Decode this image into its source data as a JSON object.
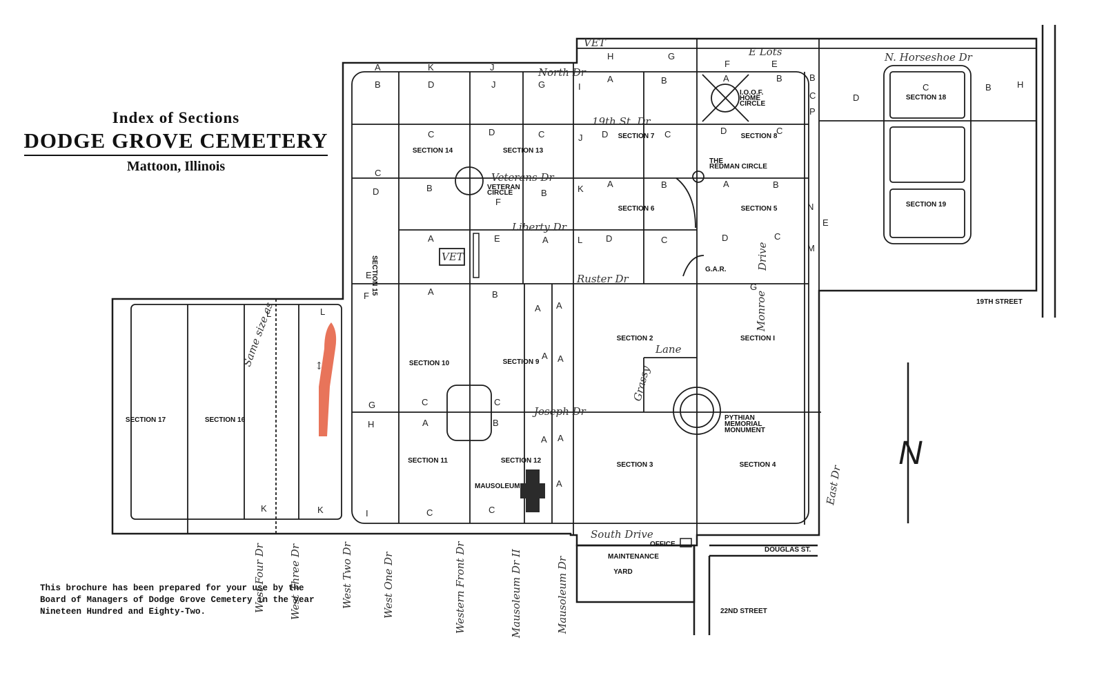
{
  "title": {
    "line1": "Index of Sections",
    "line2": "DODGE GROVE CEMETERY",
    "line3": "Mattoon, Illinois"
  },
  "note": "This brochure has been prepared for your use by the Board of Managers of Dodge Grove Cemetery in the year Nineteen Hundred and Eighty-Two.",
  "sections": {
    "s1": "SECTION I",
    "s2": "SECTION 2",
    "s3": "SECTION 3",
    "s4": "SECTION 4",
    "s5": "SECTION 5",
    "s6": "SECTION 6",
    "s7": "SECTION 7",
    "s8": "SECTION 8",
    "s9": "SECTION 9",
    "s10": "SECTION 10",
    "s11": "SECTION 11",
    "s12": "SECTION 12",
    "s13": "SECTION 13",
    "s14": "SECTION 14",
    "s15": "SECTION 15",
    "s16": "SECTION 16",
    "s17": "SECTION 17",
    "s18": "SECTION 18",
    "s19": "SECTION 19"
  },
  "features": {
    "ioof_line1": "I.O.O.F.",
    "ioof_line2": "HOME",
    "ioof_line3": "CIRCLE",
    "redman_line1": "THE",
    "redman_line2": "REDMAN CIRCLE",
    "veteran_line1": "VETERAN",
    "veteran_line2": "CIRCLE",
    "pythian_line1": "PYTHIAN",
    "pythian_line2": "MEMORIAL",
    "pythian_line3": "MONUMENT",
    "gar": "G.A.R.",
    "mausoleum": "MAUSOLEUM",
    "office": "OFFICE",
    "maint_line1": "MAINTENANCE",
    "maint_line2": "YARD",
    "vet_box": "VET",
    "vet_top": "VET"
  },
  "streets": {
    "nineteenth": "19TH STREET",
    "douglas": "DOUGLAS ST.",
    "twentysecond": "22ND STREET"
  },
  "drives": {
    "north": "North Dr",
    "nineteenth_st": "19th St. Dr",
    "veterans": "Veterans Dr",
    "liberty": "Liberty Dr",
    "ruster": "Ruster Dr",
    "joseph": "Joseph Dr",
    "south": "South Drive",
    "lane": "Lane",
    "grassy": "Grassy",
    "monroe": "Monroe",
    "drive": "Drive",
    "east": "East Dr",
    "horseshoe": "N. Horseshoe Dr",
    "lots": "E Lots",
    "west_four": "West Four Dr",
    "west_three": "West Three Dr",
    "west_two": "West Two Dr",
    "west_one": "West One Dr",
    "western_front": "Western Front Dr",
    "mausoleum_two": "Mausoleum Dr II",
    "mausoleum_dr": "Mausoleum Dr",
    "same_size": "Same size as"
  },
  "lots": {
    "a": "A",
    "b": "B",
    "c": "C",
    "d": "D",
    "e": "E",
    "f": "F",
    "g": "G",
    "h": "H",
    "i": "I",
    "j": "J",
    "k": "K",
    "l": "L",
    "m": "M",
    "n": "N",
    "p": "P"
  },
  "compass": "N",
  "colors": {
    "ink": "#1b1b1b",
    "highlight": "#e8745a",
    "paper": "#ffffff"
  }
}
